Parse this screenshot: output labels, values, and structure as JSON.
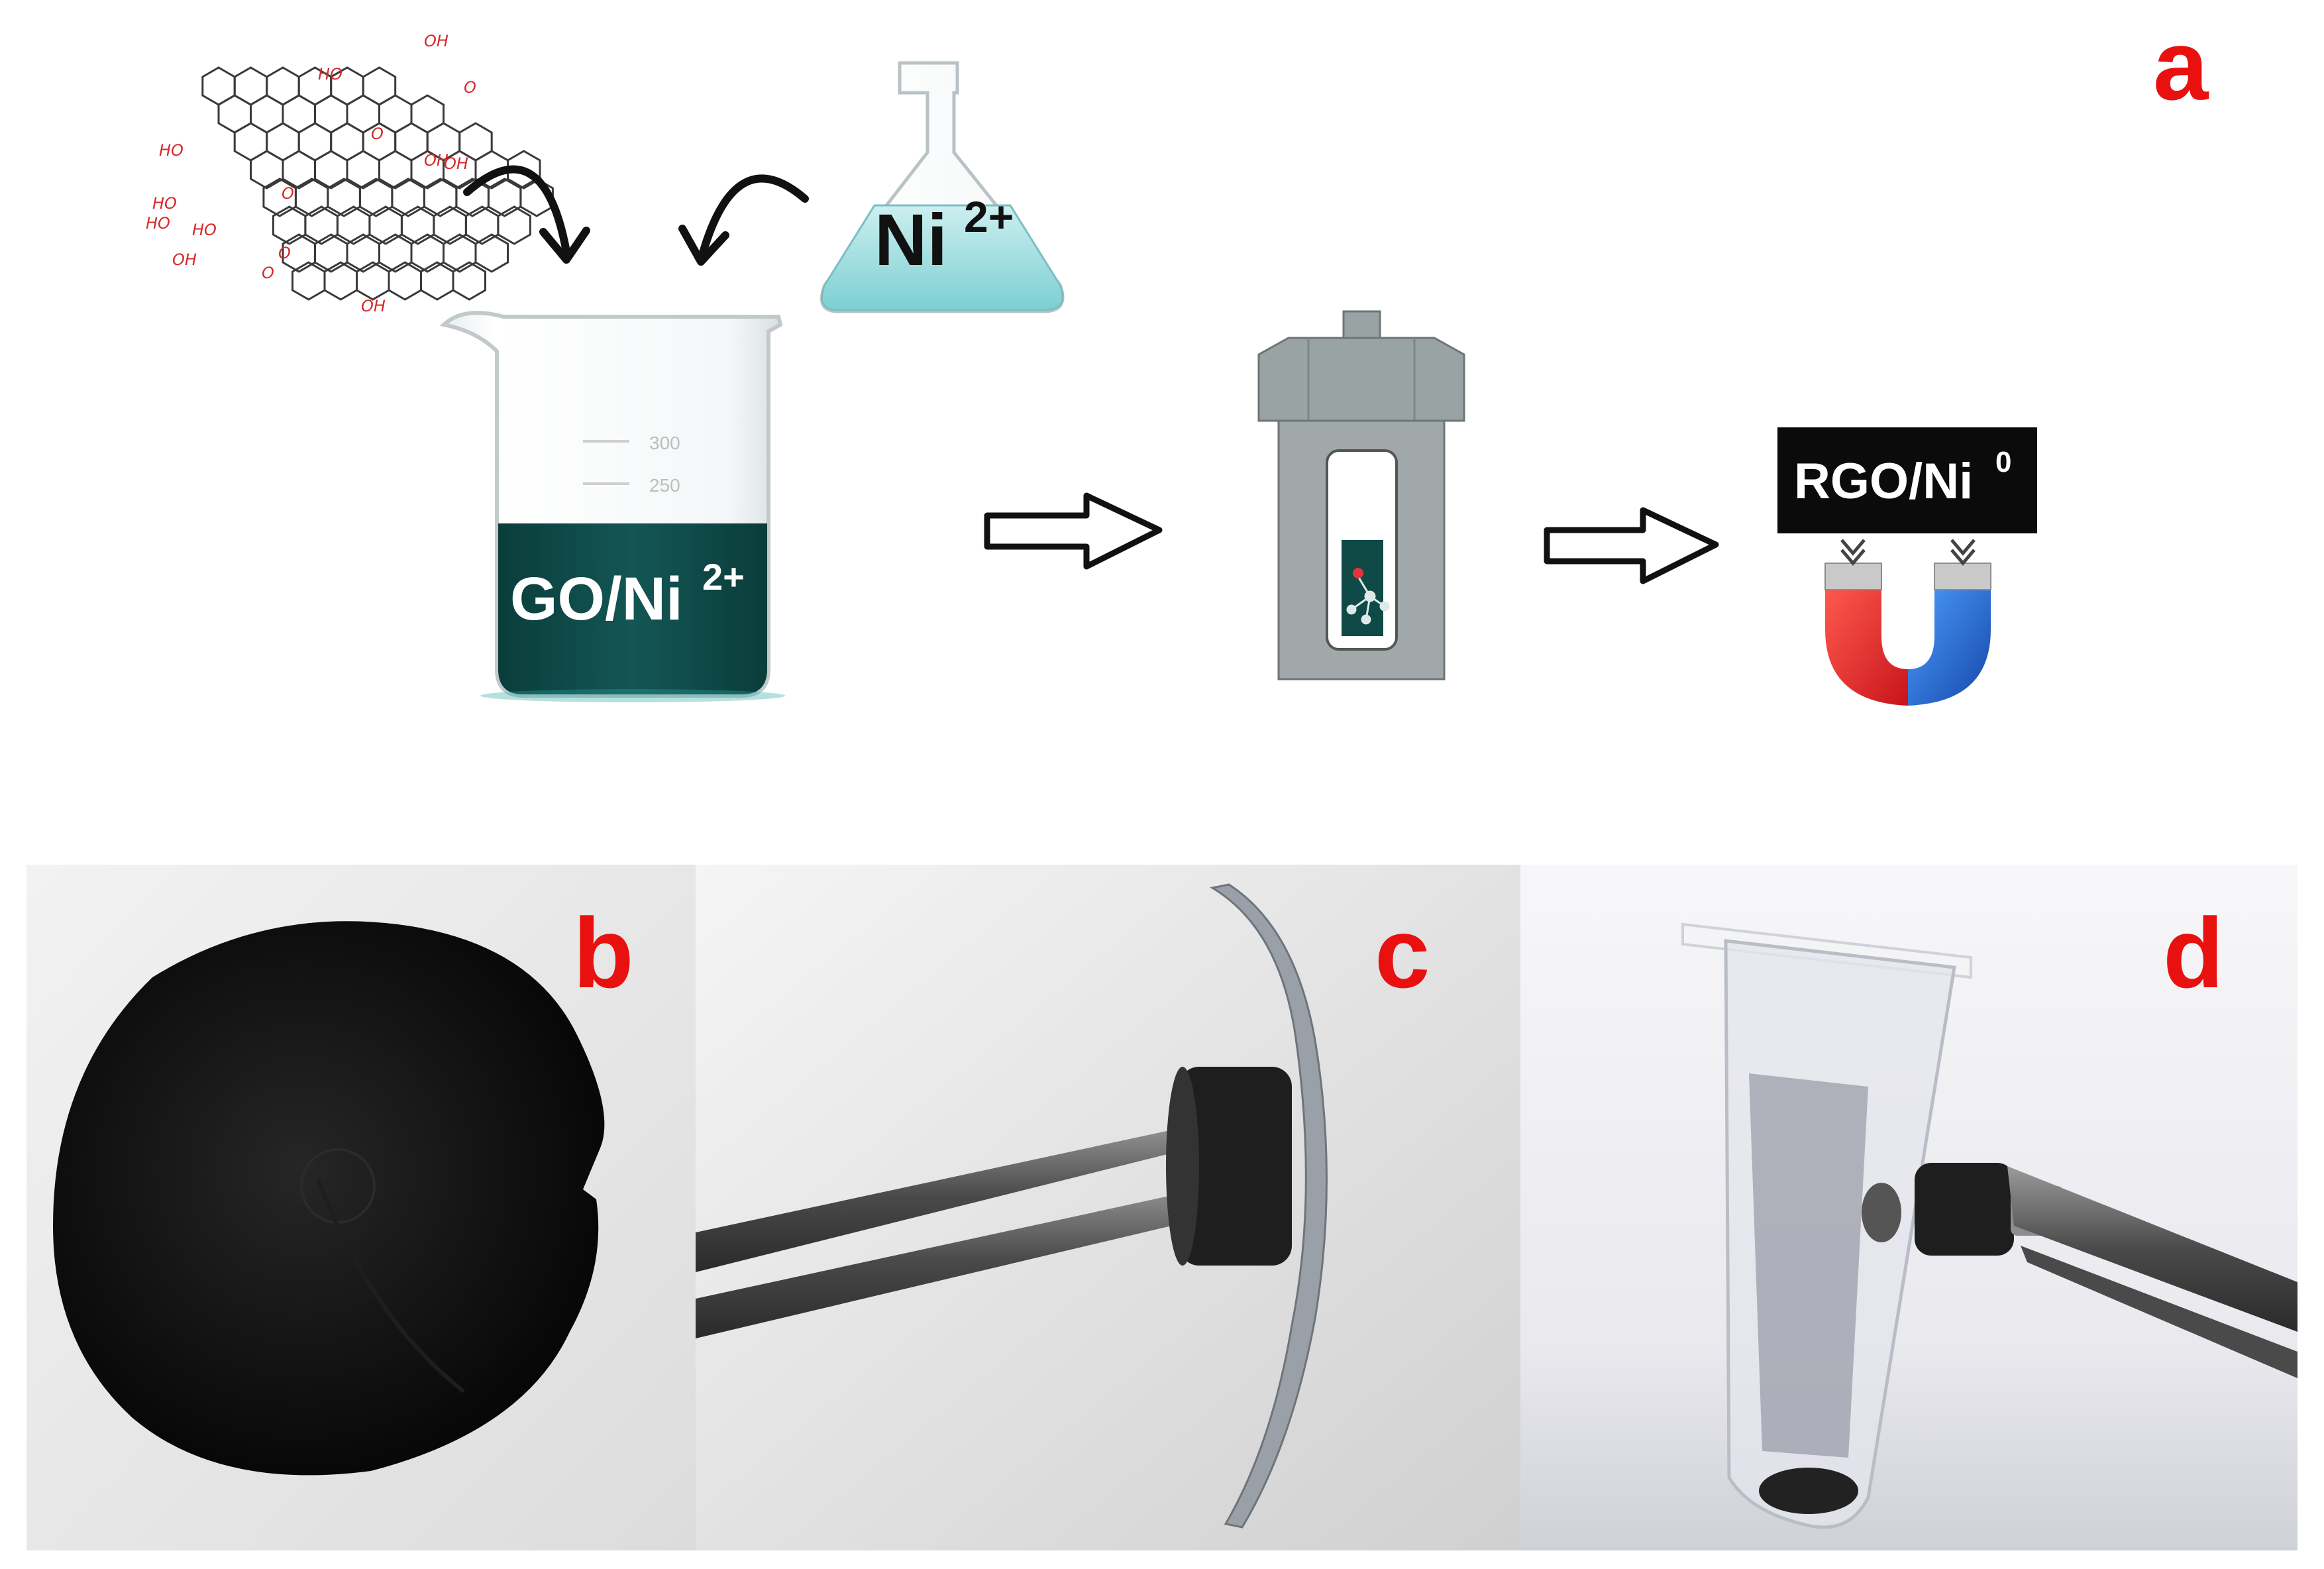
{
  "panels": {
    "a": "a",
    "b": "b",
    "c": "c",
    "d": "d"
  },
  "flask": {
    "label": "Ni",
    "charge": "2+"
  },
  "beaker": {
    "label": "GO/Ni",
    "charge": "2+",
    "ticks": [
      "300",
      "250"
    ]
  },
  "product": {
    "label": "RGO/Ni",
    "superscript": "0"
  },
  "molecule": {
    "groups": [
      "OH",
      "HO",
      "O",
      "HO",
      "OH",
      "HO",
      "O",
      "OH",
      "O",
      "OH",
      "HO",
      "OH",
      "O",
      "HO",
      "O"
    ]
  },
  "colors": {
    "panel_letter": "#e8110f",
    "solution_dark": "#0f4a47",
    "solution_light": "#9fe0e0",
    "autoclave": "#9aa3a4",
    "magnet_red": "#e51f24",
    "magnet_blue": "#1f6fd6",
    "label_box": "#0b0b0b"
  }
}
